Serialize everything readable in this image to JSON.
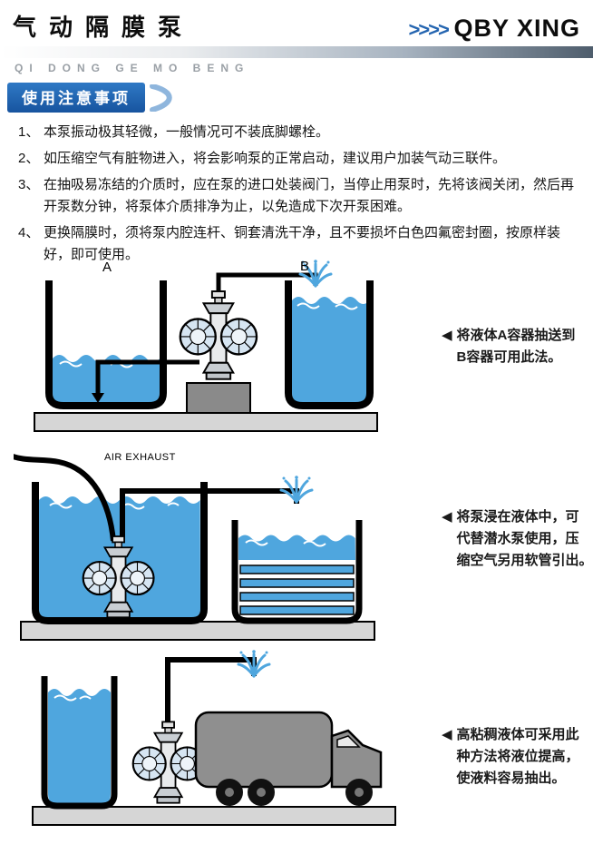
{
  "header": {
    "title": "气动隔膜泵",
    "pinyin": "QI DONG GE MO BENG",
    "brand_arrows": ">>>>",
    "brand": "QBY XING"
  },
  "banner": {
    "label": "使用注意事项"
  },
  "notes": [
    {
      "num": "1、",
      "text": "本泵振动极其轻微，一般情况可不装底脚螺栓。"
    },
    {
      "num": "2、",
      "text": "如压缩空气有脏物进入，将会影响泵的正常启动，建议用户加装气动三联件。"
    },
    {
      "num": "3、",
      "text": "在抽吸易冻结的介质时，应在泵的进口处装阀门，当停止用泵时，先将该阀关闭，然后再开泵数分钟，将泵体介质排净为止，以免造成下次开泵困难。"
    },
    {
      "num": "4、",
      "text": "更换隔膜时，须将泵内腔连杆、铜套清洗干净，且不要损坏白色四氟密封圈，按原样装好，即可使用。"
    }
  ],
  "diagram1": {
    "label_a": "A",
    "label_b": "B",
    "caption_marker": "◀",
    "caption_lines": [
      "将液体A容器抽送到",
      "B容器可用此法。"
    ]
  },
  "diagram2": {
    "air_exhaust_label": "AIR EXHAUST",
    "caption_marker": "◀",
    "caption_lines": [
      "将泵浸在液体中，可",
      "代替潜水泵使用，压",
      "缩空气另用软管引出。"
    ]
  },
  "diagram3": {
    "caption_marker": "◀",
    "caption_lines": [
      "高粘稠液体可采用此",
      "种方法将液位提高，",
      "使液料容易抽出。"
    ]
  },
  "colors": {
    "liquid_blue": "#4fa6de",
    "banner_blue": "#17549f",
    "brand_blue": "#2565b0",
    "platform_gray": "#d6d6d6",
    "pedestal_gray": "#8a8a8a",
    "truck_gray": "#8f8f8f"
  }
}
